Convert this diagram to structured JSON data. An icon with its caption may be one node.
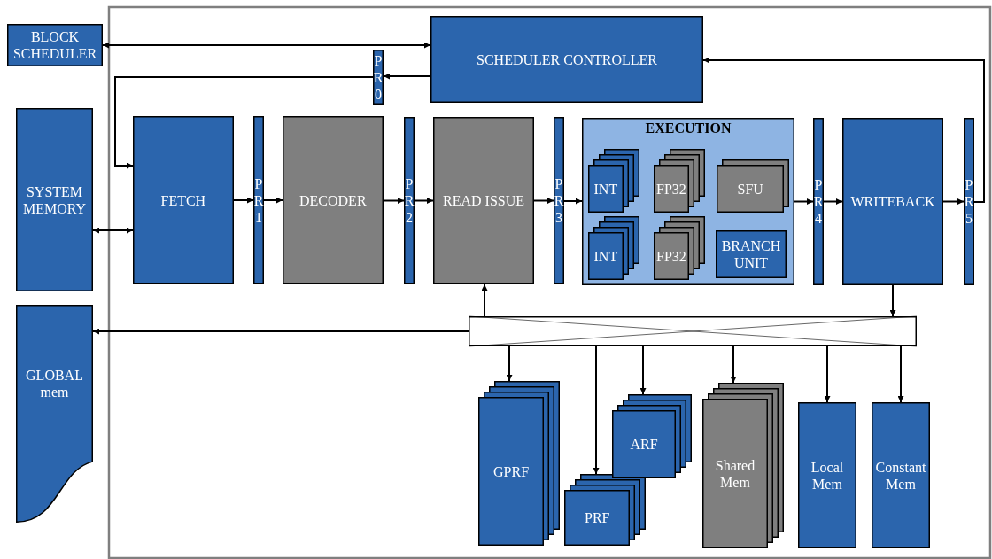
{
  "diagram": {
    "nodes": [
      {
        "text": [
          "BLOCK SCHEDULER"
        ]
      },
      {
        "text": [
          "SCHEDULER CONTROLLER"
        ]
      },
      {
        "text": [
          "P R 0"
        ]
      },
      {
        "text": [
          "SYSTEM MEMORY"
        ]
      },
      {
        "text": [
          "GLOBAL mem"
        ]
      },
      {
        "text": [
          "FETCH"
        ]
      },
      {
        "text": [
          "P R 1"
        ]
      },
      {
        "text": [
          "DECODER"
        ]
      },
      {
        "text": [
          "P R 2"
        ]
      },
      {
        "text": [
          "READ ISSUE"
        ]
      },
      {
        "text": [
          "P R 3"
        ]
      },
      {
        "text": [
          "EXECUTION"
        ]
      },
      {
        "text": [
          "INT"
        ],
        "in": 11
      },
      {
        "text": [
          "FP32"
        ],
        "in": 11
      },
      {
        "text": [
          "SFU"
        ],
        "in": 11
      },
      {
        "text": [
          "INT"
        ],
        "in": 11
      },
      {
        "text": [
          "FP32"
        ],
        "in": 11
      },
      {
        "text": [
          "BRANCH UNIT"
        ],
        "in": 11
      },
      {
        "text": [
          "P R 4"
        ]
      },
      {
        "text": [
          "WRITEBACK"
        ]
      },
      {
        "text": [
          "P R 5"
        ]
      },
      {
        "text": [],
        "shape": "box"
      },
      {
        "text": [
          "GPRF"
        ]
      },
      {
        "text": [
          "PRF"
        ]
      },
      {
        "text": [
          "ARF"
        ]
      },
      {
        "text": [
          "Shared Mem"
        ]
      },
      {
        "text": [
          "Local Mem"
        ]
      },
      {
        "text": [
          "Constant Mem"
        ]
      }
    ],
    "edges": [
      {
        "from": 0,
        "to": 1,
        "arrow": "both"
      },
      {
        "from": 1,
        "to": 2,
        "arrow": "to"
      },
      {
        "from": 2,
        "to": 5,
        "arrow": "to"
      },
      {
        "from": 3,
        "to": 5,
        "arrow": "both"
      },
      {
        "from": 5,
        "to": 6,
        "arrow": "to"
      },
      {
        "from": 6,
        "to": 7,
        "arrow": "to"
      },
      {
        "from": 7,
        "to": 8,
        "arrow": "to"
      },
      {
        "from": 8,
        "to": 9,
        "arrow": "to"
      },
      {
        "from": 9,
        "to": 10,
        "arrow": "to"
      },
      {
        "from": 10,
        "to": 11,
        "arrow": "to"
      },
      {
        "from": 11,
        "to": 18,
        "arrow": "to"
      },
      {
        "from": 18,
        "to": 19,
        "arrow": "to"
      },
      {
        "from": 19,
        "to": 20,
        "arrow": "to"
      },
      {
        "from": 20,
        "to": 1,
        "arrow": "to"
      },
      {
        "from": 19,
        "to": 21,
        "arrow": "to"
      },
      {
        "from": 21,
        "to": 9,
        "arrow": "to"
      },
      {
        "from": 21,
        "to": 4,
        "arrow": "to"
      },
      {
        "from": 21,
        "to": 22,
        "arrow": "to"
      },
      {
        "from": 21,
        "to": 23,
        "arrow": "to"
      },
      {
        "from": 21,
        "to": 24,
        "arrow": "to"
      },
      {
        "from": 21,
        "to": 25,
        "arrow": "to"
      },
      {
        "from": 21,
        "to": 26,
        "arrow": "to"
      },
      {
        "from": 21,
        "to": 27,
        "arrow": "to"
      }
    ]
  }
}
